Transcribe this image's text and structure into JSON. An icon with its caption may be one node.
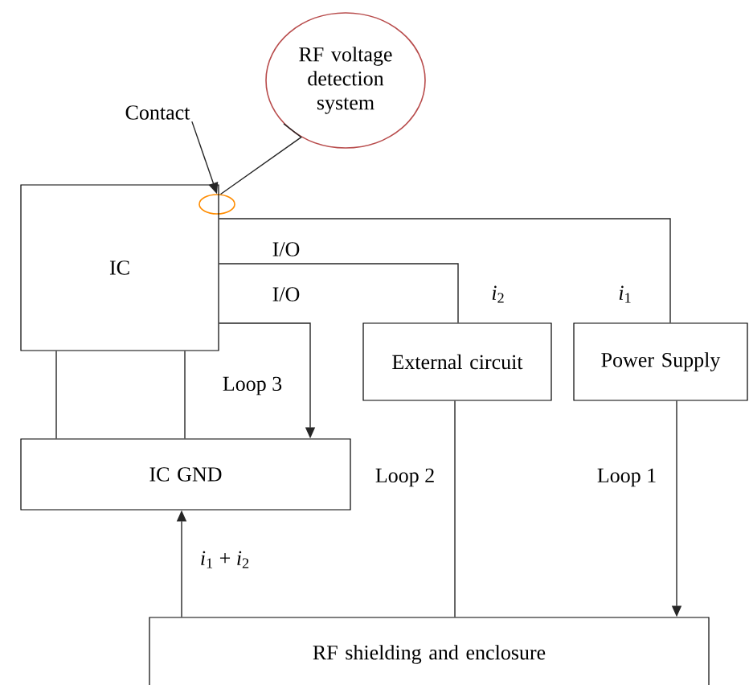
{
  "diagram": {
    "nodes": [
      {
        "text": [
          "RF voltage detection system"
        ]
      },
      {
        "text": [
          "Contact"
        ]
      },
      {
        "text": [],
        "shape": "circle"
      },
      {
        "text": [
          "IC"
        ]
      },
      {
        "text": [
          "External circuit"
        ]
      },
      {
        "text": [
          "Power Supply"
        ]
      },
      {
        "text": [
          "IC GND"
        ]
      },
      {
        "text": [
          "RF shielding and enclosure"
        ]
      }
    ],
    "edges": [
      {
        "from": 1,
        "to": 2,
        "arrow": "to"
      },
      {
        "from": 0,
        "to": 2,
        "arrow": "none"
      },
      {
        "from": 3,
        "to": 5,
        "arrow": "none",
        "label": "*i*$_{1}$"
      },
      {
        "from": 3,
        "to": 4,
        "arrow": "none",
        "label": "*i*$_{2}$"
      },
      {
        "from": 3,
        "to": 6,
        "arrow": "to",
        "label": "Loop 3"
      },
      {
        "from": 3,
        "to": 6,
        "arrow": "none"
      },
      {
        "from": 3,
        "to": 6,
        "arrow": "none"
      },
      {
        "from": 4,
        "to": 7,
        "arrow": "none",
        "label": "Loop 2"
      },
      {
        "from": 5,
        "to": 7,
        "arrow": "to",
        "label": "Loop 1"
      },
      {
        "from": 7,
        "to": 6,
        "arrow": "to",
        "label": "*i*$_{1}$ + *i*$_{2}$"
      }
    ],
    "labels": [
      "I/O",
      "I/O"
    ]
  }
}
